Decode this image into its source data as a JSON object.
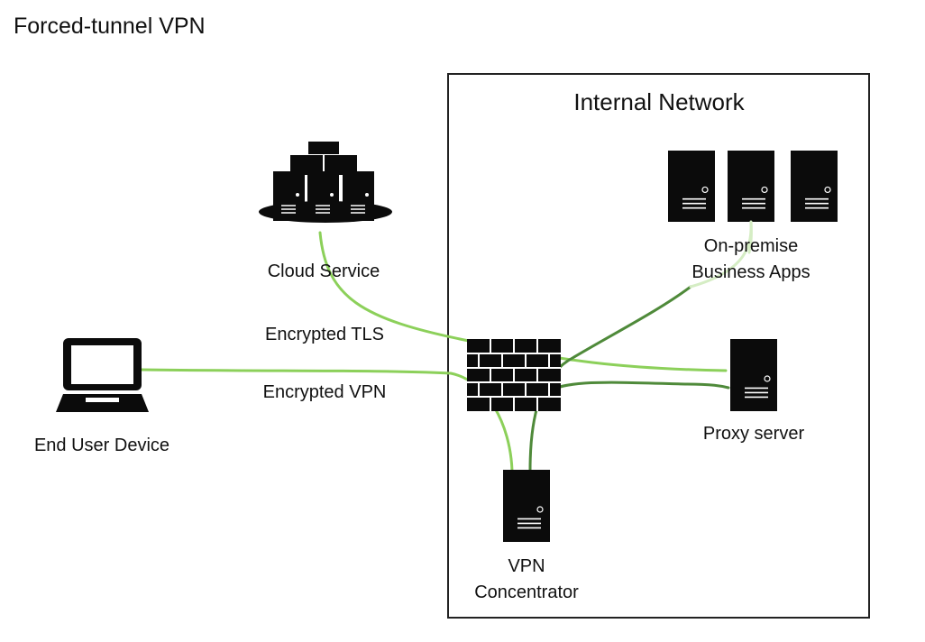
{
  "title": "Forced-tunnel VPN",
  "internal_network": {
    "label": "Internal Network"
  },
  "nodes": {
    "cloud": {
      "label": "Cloud Service",
      "icon": "cloud-server-cluster-icon"
    },
    "device": {
      "label": "End User Device",
      "icon": "laptop-icon"
    },
    "business_apps": {
      "label_line1": "On-premise",
      "label_line2": "Business Apps",
      "icon": "server-tower-icon"
    },
    "proxy": {
      "label": "Proxy server",
      "icon": "server-tower-icon"
    },
    "vpn": {
      "label_line1": "VPN",
      "label_line2": "Concentrator",
      "icon": "server-tower-icon"
    },
    "firewall": {
      "icon": "firewall-brick-icon"
    }
  },
  "connections": {
    "tls": {
      "label": "Encrypted TLS"
    },
    "vpn": {
      "label": "Encrypted VPN"
    }
  },
  "colors": {
    "light_green": "#8cd05a",
    "dark_green": "#4f8a3a",
    "pale_green": "#d5edc4",
    "icon": "#0b0b0b",
    "border": "#222222"
  }
}
